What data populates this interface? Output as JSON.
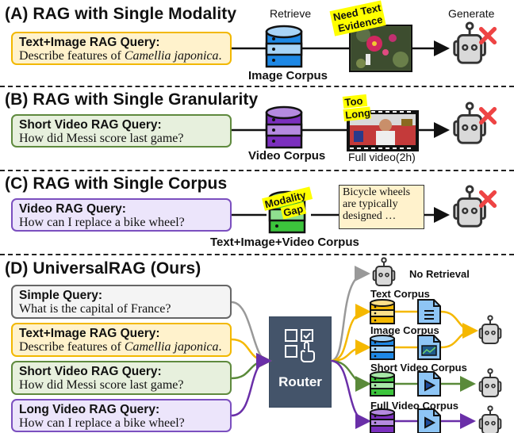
{
  "sections": {
    "a": {
      "title": "(A) RAG with Single Modality",
      "query_title": "Text+Image RAG Query:",
      "query_prefix": "Describe features of ",
      "query_italic": "Camellia japonica",
      "query_suffix": ".",
      "retrieve_label": "Retrieve",
      "generate_label": "Generate",
      "corpus_label": "Image Corpus",
      "sticky_line1": "Need Text",
      "sticky_line2": "Evidence",
      "corpus_icon": "database-icon",
      "corpus_color": "#1e88e5",
      "result": "fail-x-icon"
    },
    "b": {
      "title": "(B) RAG with Single Granularity",
      "query_title": "Short Video RAG Query:",
      "query_body": "How did Messi score last game?",
      "corpus_label": "Video Corpus",
      "video_caption": "Full video(2h)",
      "sticky_line1": "Too",
      "sticky_line2": "Long",
      "corpus_color": "#7b2fbe",
      "result": "fail-x-icon"
    },
    "c": {
      "title": "(C) RAG with Single Corpus",
      "query_title": "Video RAG Query:",
      "query_body": "How can I replace a bike wheel?",
      "corpus_label": "Text+Image+Video Corpus",
      "sticky_line1": "Modality",
      "sticky_line2": "Gap",
      "retrieved_text_line1": "Bicycle wheels",
      "retrieved_text_line2": "are typically",
      "retrieved_text_line3": "designed …",
      "corpus_color": "#3cc43c",
      "result": "fail-x-icon"
    },
    "d": {
      "title": "(D) UniversalRAG (Ours)",
      "queries": [
        {
          "title": "Simple Query:",
          "body": "What is the capital of France?"
        },
        {
          "title": "Text+Image RAG Query:",
          "body_prefix": "Describe features of ",
          "body_italic": "Camellia japonica",
          "body_suffix": "."
        },
        {
          "title": "Short Video RAG Query:",
          "body": "How did Messi score last game?"
        },
        {
          "title": "Long Video RAG Query:",
          "body": "How can I replace a bike wheel?"
        }
      ],
      "router_label": "Router",
      "routes": [
        {
          "label": "No Retrieval",
          "color": "#999999"
        },
        {
          "label": "Text Corpus",
          "color": "#f5b800",
          "doc_icon": "text-document-icon"
        },
        {
          "label": "Image Corpus",
          "color": "#1e88e5",
          "doc_icon": "image-document-icon"
        },
        {
          "label": "Short Video Corpus",
          "color": "#3cb043",
          "doc_icon": "video-document-icon"
        },
        {
          "label": "Full Video Corpus",
          "color": "#7b2fbe",
          "doc_icon": "video-document-icon"
        }
      ]
    }
  },
  "colors": {
    "yellow_line": "#f5b800",
    "gray_line": "#999999",
    "green_line": "#5a8a3a",
    "purple_line": "#6a2fa8",
    "fail_red": "#ee4444",
    "robot_gray": "#d9d9d9"
  }
}
